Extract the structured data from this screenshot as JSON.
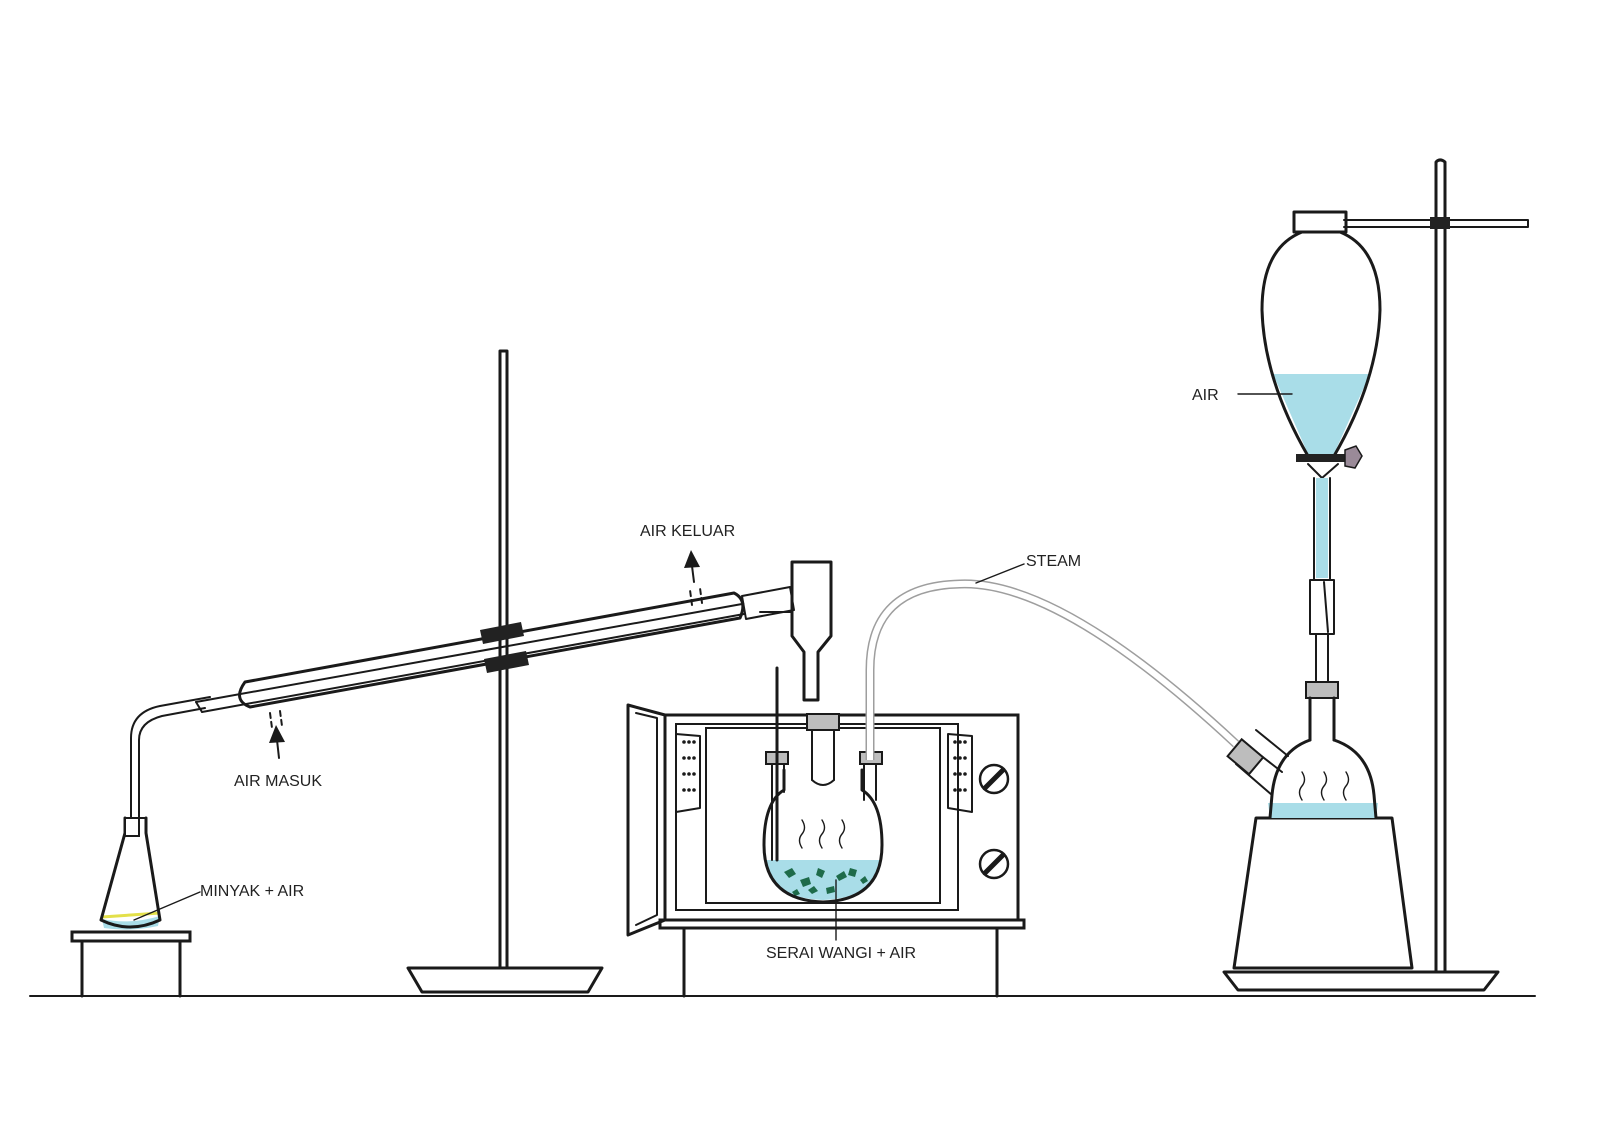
{
  "labels": {
    "air_keluar": "AIR KELUAR",
    "steam": "STEAM",
    "air_masuk": "AIR MASUK",
    "minyak_air": "MINYAK + AIR",
    "serai_wangi_air": "SERAI WANGI + AIR",
    "air": "AIR"
  },
  "colors": {
    "ink": "#1a1a1a",
    "water": "#a9dde8",
    "oil": "#e3e04a",
    "clamp": "#222222",
    "plant": "#1e6b4a",
    "stopcock_knob": "#9a8a98",
    "fitting": "#bdbdbd",
    "steam_tube": "#9e9e9e"
  }
}
